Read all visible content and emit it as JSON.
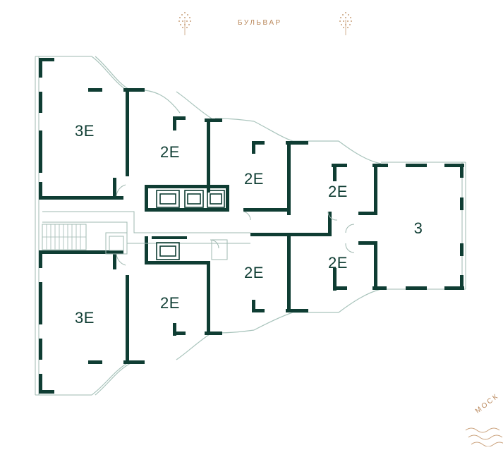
{
  "street_top": "БУЛЬВАР",
  "street_corner": "МОСК",
  "colors": {
    "wall": "#0f3d33",
    "line": "#9fb8b0",
    "street": "#b9875a"
  },
  "apartments": [
    {
      "label": "3Е"
    },
    {
      "label": "2Е"
    },
    {
      "label": "2Е"
    },
    {
      "label": "2Е"
    },
    {
      "label": "3"
    },
    {
      "label": "2Е"
    },
    {
      "label": "2Е"
    },
    {
      "label": "2Е"
    },
    {
      "label": "3Е"
    }
  ],
  "icons": [
    "tree-icon",
    "tree-icon",
    "elevator-icon",
    "stairs-icon",
    "water-waves-icon"
  ]
}
